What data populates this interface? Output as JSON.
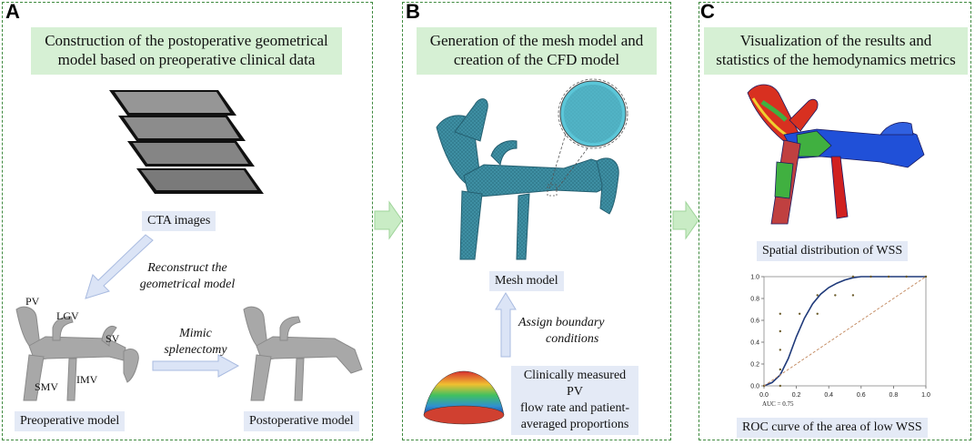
{
  "panels": {
    "a": {
      "letter": "A",
      "title_line1": "Construction of the postoperative geometrical",
      "title_line2": "model based on preoperative clinical data",
      "cta_label": "CTA images",
      "arrow_label_line1": "Reconstruct the",
      "arrow_label_line2": "geometrical model",
      "vessel_labels": {
        "pv": "PV",
        "lgv": "LGV",
        "sv": "SV",
        "smv": "SMV",
        "imv": "IMV"
      },
      "mimic_line1": "Mimic",
      "mimic_line2": "splenectomy",
      "preop_label": "Preoperative model",
      "postop_label": "Postoperative model"
    },
    "b": {
      "letter": "B",
      "title_line1": "Generation of the mesh model and",
      "title_line2": "creation of the CFD model",
      "mesh_label": "Mesh model",
      "assign_line1": "Assign boundary",
      "assign_line2": "conditions",
      "flow_line1": "Clinically measured PV",
      "flow_line2": "flow rate and patient-",
      "flow_line3": "averaged proportions"
    },
    "c": {
      "letter": "C",
      "title_line1": "Visualization of the results and",
      "title_line2": "statistics of the hemodynamics metrics",
      "wss_label": "Spatial distribution of WSS",
      "roc_label": "ROC curve of the area of low WSS",
      "auc_text": "AUC = 0.75"
    }
  },
  "chart_data": {
    "type": "line",
    "title": "",
    "xlabel": "",
    "ylabel": "",
    "xlim": [
      0,
      1
    ],
    "ylim": [
      0,
      1
    ],
    "x_ticks": [
      "0.0",
      "0.2",
      "0.4",
      "0.6",
      "0.8",
      "1.0"
    ],
    "y_ticks": [
      "0.0",
      "0.2",
      "0.4",
      "0.6",
      "0.8",
      "1.0"
    ],
    "annotation": "AUC = 0.75",
    "series": [
      {
        "kind": "fitted_curve",
        "color": "#1f3a7a",
        "x": [
          0.0,
          0.05,
          0.1,
          0.15,
          0.2,
          0.25,
          0.3,
          0.35,
          0.4,
          0.45,
          0.5,
          0.55,
          0.6,
          0.7,
          0.8,
          0.9,
          1.0
        ],
        "y": [
          0.0,
          0.03,
          0.1,
          0.25,
          0.45,
          0.62,
          0.75,
          0.84,
          0.9,
          0.94,
          0.97,
          0.99,
          1.0,
          1.0,
          1.0,
          1.0,
          1.0
        ]
      },
      {
        "kind": "empirical_points",
        "color": "#6b5b2a",
        "x": [
          0.0,
          0.1,
          0.1,
          0.1,
          0.1,
          0.1,
          0.22,
          0.33,
          0.33,
          0.44,
          0.55,
          0.55,
          0.66,
          0.77,
          0.88,
          1.0
        ],
        "y": [
          0.0,
          0.0,
          0.15,
          0.33,
          0.5,
          0.66,
          0.66,
          0.66,
          0.83,
          0.83,
          0.83,
          1.0,
          1.0,
          1.0,
          1.0,
          1.0
        ]
      },
      {
        "kind": "diagonal",
        "color": "#c0855a",
        "x": [
          0,
          1
        ],
        "y": [
          0,
          1
        ]
      }
    ]
  }
}
